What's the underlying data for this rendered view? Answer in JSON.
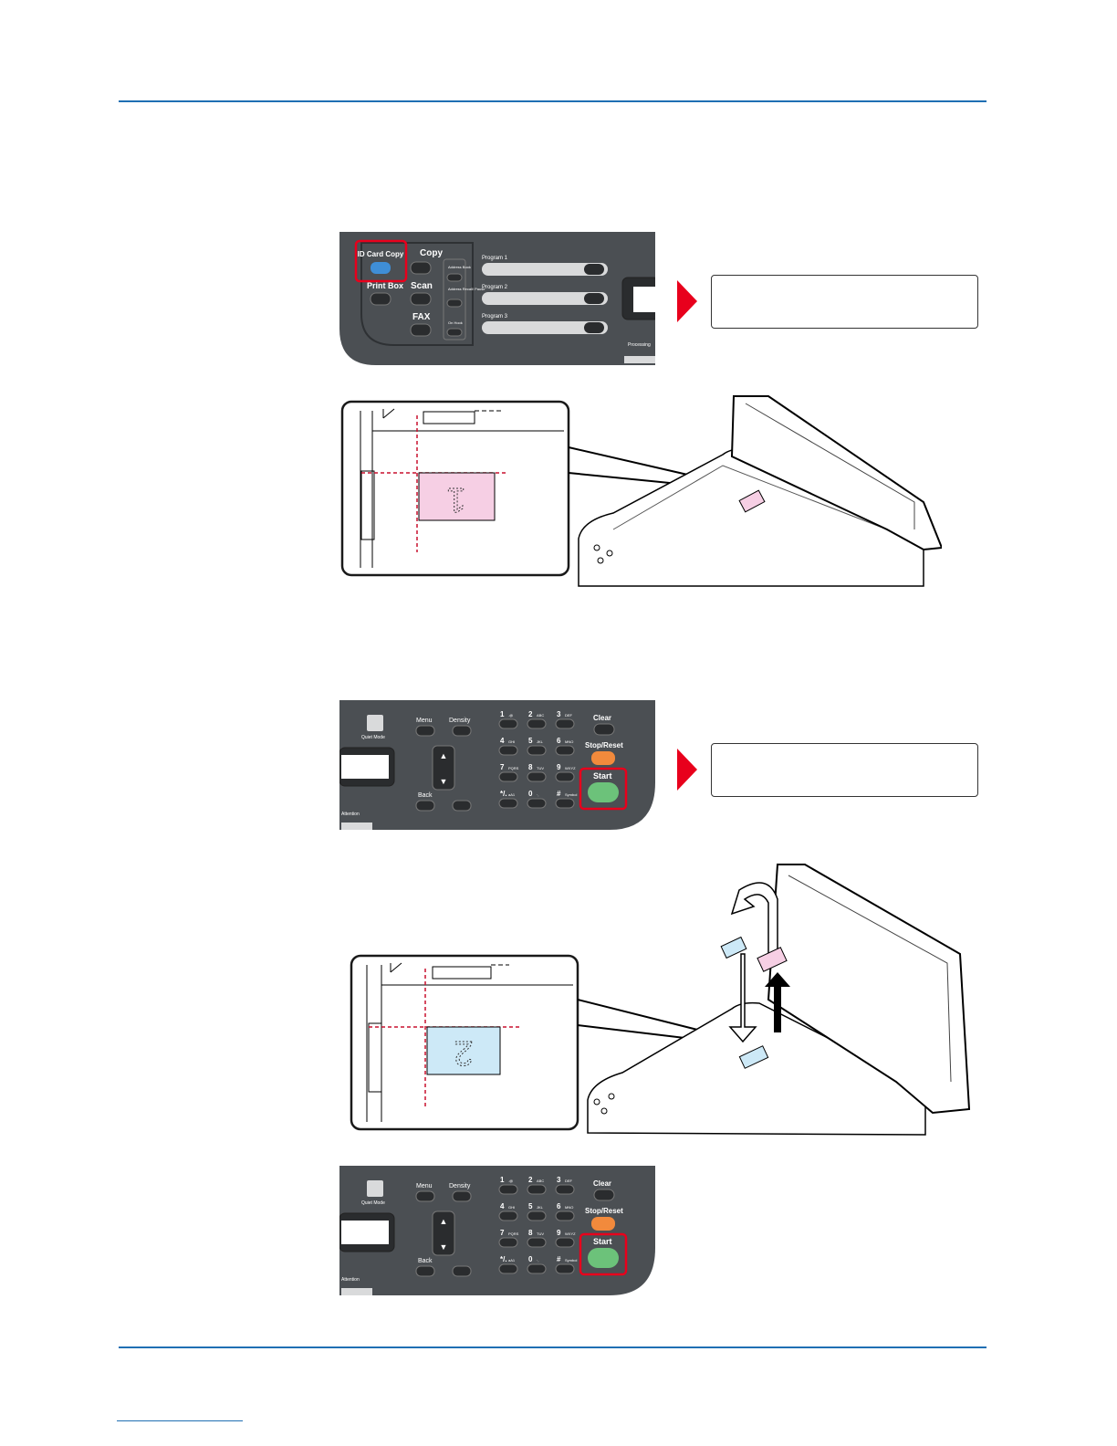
{
  "panel_top": {
    "id_card_copy": "ID Card Copy",
    "copy": "Copy",
    "scan": "Scan",
    "print_box": "Print Box",
    "fax": "FAX",
    "address_book": "Address Book",
    "address_recall": "Address Recall/ Pause",
    "on_hook": "On Hook",
    "program_1": "Program 1",
    "program_2": "Program 2",
    "program_3": "Program 3",
    "processing": "Processing"
  },
  "panel_keypad": {
    "quiet_mode": "Quiet Mode",
    "menu": "Menu",
    "density": "Density",
    "back": "Back",
    "attention": "Attention",
    "keys": [
      {
        "num": "1",
        "sub": ".@"
      },
      {
        "num": "2",
        "sub": "ABC"
      },
      {
        "num": "3",
        "sub": "DEF"
      },
      {
        "num": "4",
        "sub": "GHI"
      },
      {
        "num": "5",
        "sub": "JKL"
      },
      {
        "num": "6",
        "sub": "MNO"
      },
      {
        "num": "7",
        "sub": "PQRS"
      },
      {
        "num": "8",
        "sub": "TUV"
      },
      {
        "num": "9",
        "sub": "WXYZ"
      },
      {
        "num": "*/.",
        "sub": "aA1"
      },
      {
        "num": "0",
        "sub": "·,"
      },
      {
        "num": "#",
        "sub": "Symbol"
      }
    ],
    "clear": "Clear",
    "stop_reset": "Stop/Reset",
    "start": "Start"
  },
  "card_labels": {
    "front": "1",
    "back": "2"
  },
  "colors": {
    "rule": "#1f6fb3",
    "highlight": "#e8001c",
    "card_front": "#f6cfe4",
    "card_back": "#cde9f7",
    "start_button": "#6cc27a",
    "stop_button": "#f28a3c",
    "id_button": "#3f8ed6"
  }
}
